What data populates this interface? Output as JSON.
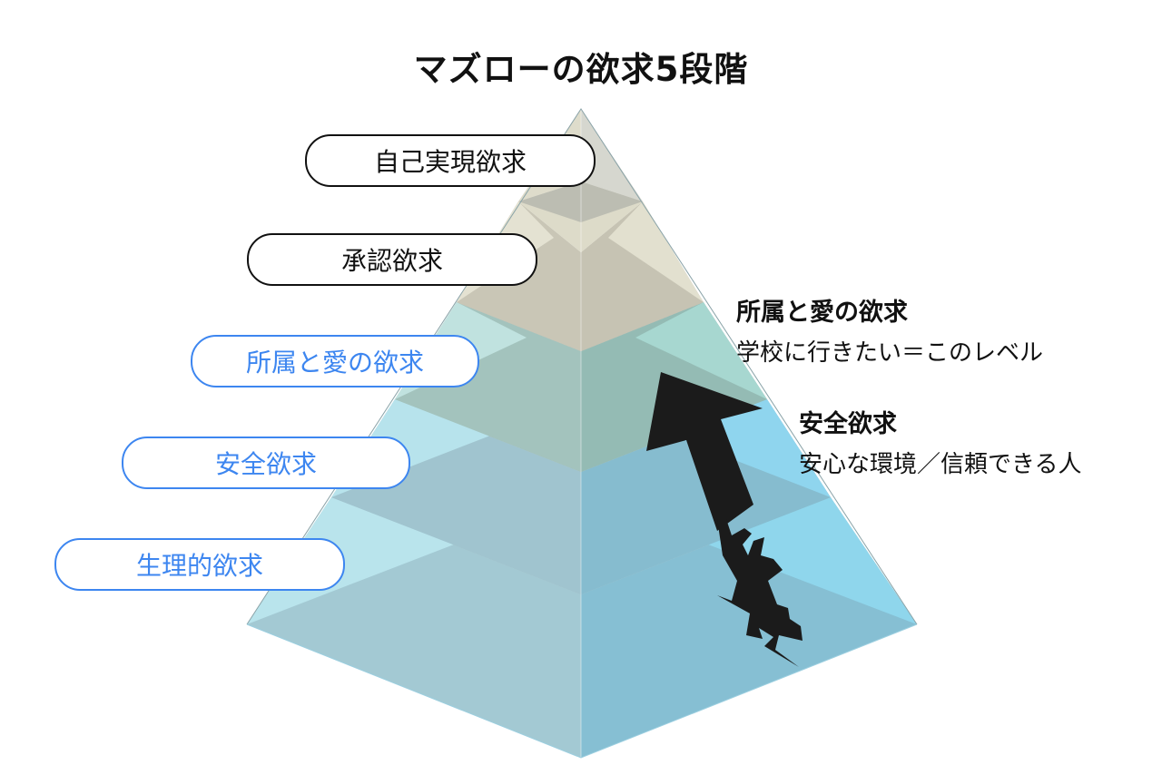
{
  "title": "マズローの欲求5段階",
  "levels": [
    {
      "label": "自己実現欲求",
      "highlighted": false
    },
    {
      "label": "承認欲求",
      "highlighted": false
    },
    {
      "label": "所属と愛の欲求",
      "highlighted": true
    },
    {
      "label": "安全欲求",
      "highlighted": true
    },
    {
      "label": "生理的欲求",
      "highlighted": true
    }
  ],
  "annotations": [
    {
      "heading": "所属と愛の欲求",
      "detail": "学校に行きたい＝このレベル"
    },
    {
      "heading": "安全欲求",
      "detail": "安心な環境／信頼できる人"
    }
  ],
  "graphics": {
    "arrow": "up-arrow-icon",
    "crack": "crack-icon"
  },
  "colors": {
    "highlight": "#3d86f0",
    "upper_layers": "#dedccb",
    "middle_layer": "#a9d8d2",
    "lower_layers": "#9fd6e6",
    "arrow": "#1b1b1b"
  }
}
